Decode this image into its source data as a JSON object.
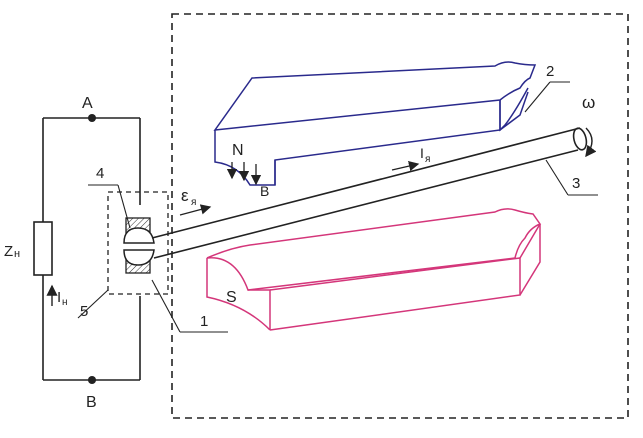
{
  "labels": {
    "node_a": "A",
    "node_b": "B",
    "load": "Z",
    "load_sub": "н",
    "load_current": "I",
    "load_current_sub": "н",
    "north": "N",
    "south": "S",
    "field": "B",
    "emf": "ε",
    "emf_sub": "я",
    "armature_current": "I",
    "armature_current_sub": "я",
    "omega": "ω",
    "callout_1": "1",
    "callout_2": "2",
    "callout_3": "3",
    "callout_4": "4",
    "callout_5": "5"
  },
  "colors": {
    "line": "#222222",
    "north_magnet": "#2a2a8c",
    "south_magnet": "#d4367a",
    "hatch": "#333333"
  }
}
